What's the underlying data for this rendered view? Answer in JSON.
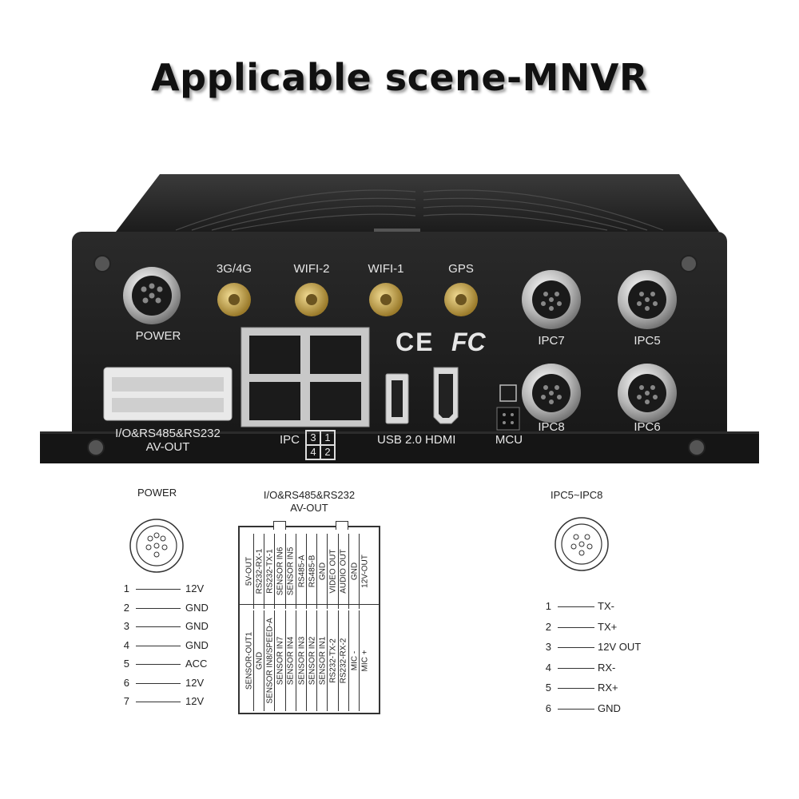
{
  "title": "Applicable scene-MNVR",
  "device": {
    "ports": {
      "power": "POWER",
      "antenna_3g4g": "3G/4G",
      "wifi2": "WIFI-2",
      "wifi1": "WIFI-1",
      "gps": "GPS",
      "ipc7": "IPC7",
      "ipc5": "IPC5",
      "ipc8": "IPC8",
      "ipc6": "IPC6",
      "io_line1": "I/O&RS485&RS232",
      "io_line2": "AV-OUT",
      "ipc_prefix": "IPC",
      "ipc_numbers": [
        "3",
        "1",
        "4",
        "2"
      ],
      "usb_hdmi": "USB 2.0 HDMI",
      "mcu": "MCU",
      "ce_mark": "CE",
      "fc_mark": "FC"
    }
  },
  "power_diagram": {
    "title": "POWER",
    "pins": [
      {
        "n": "1",
        "v": "12V"
      },
      {
        "n": "2",
        "v": "GND"
      },
      {
        "n": "3",
        "v": "GND"
      },
      {
        "n": "4",
        "v": "GND"
      },
      {
        "n": "5",
        "v": "ACC"
      },
      {
        "n": "6",
        "v": "12V"
      },
      {
        "n": "7",
        "v": "12V"
      }
    ]
  },
  "io_diagram": {
    "title_line1": "I/O&RS485&RS232",
    "title_line2": "AV-OUT",
    "top_row": [
      "5V-OUT",
      "RS232-RX-1",
      "RS232-TX-1",
      "SENSOR IN6",
      "SENSOR IN5",
      "RS485-A",
      "RS485-B",
      "GND",
      "VIDEO OUT",
      "AUDIO OUT",
      "GND",
      "12V-OUT"
    ],
    "bottom_row": [
      "SENSOR-OUT1",
      "GND",
      "SENSOR IN8/SPEED-A",
      "SENSOR IN7",
      "SENSOR IN4",
      "SENSOR IN3",
      "SENSOR IN2",
      "SENSOR IN1",
      "RS232-TX-2",
      "RS232-RX-2",
      "MIC -",
      "MIC +"
    ]
  },
  "ipc_diagram": {
    "title": "IPC5~IPC8",
    "pins": [
      {
        "n": "1",
        "v": "TX-"
      },
      {
        "n": "2",
        "v": "TX+"
      },
      {
        "n": "3",
        "v": "12V OUT"
      },
      {
        "n": "4",
        "v": "RX-"
      },
      {
        "n": "5",
        "v": "RX+"
      },
      {
        "n": "6",
        "v": "GND"
      }
    ]
  }
}
